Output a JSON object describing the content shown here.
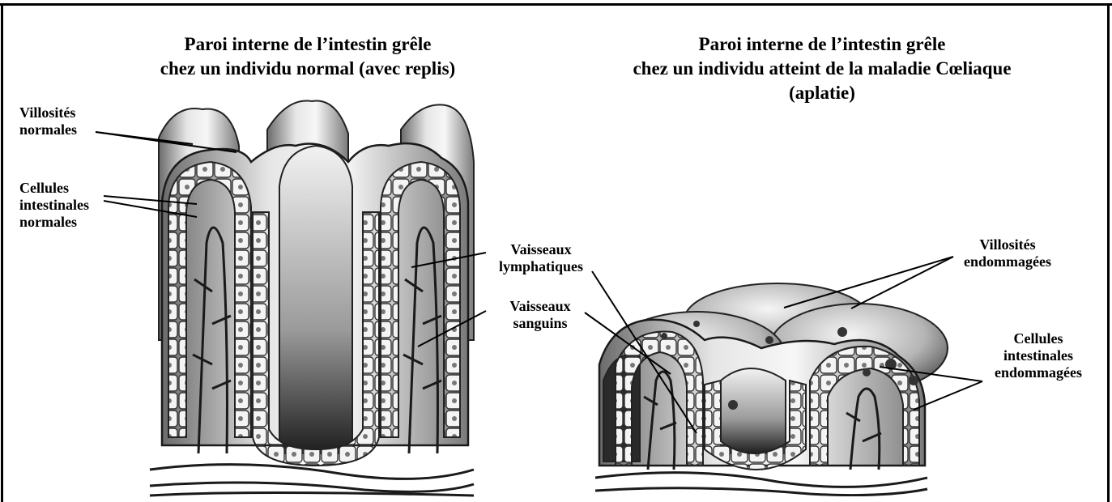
{
  "left_panel": {
    "title_line1": "Paroi interne de l’intestin grêle",
    "title_line2": "chez un individu normal (avec replis)"
  },
  "right_panel": {
    "title_line1": "Paroi interne de l’intestin grêle",
    "title_line2": "chez un individu atteint de la maladie Cœliaque",
    "title_line3": "(aplatie)"
  },
  "labels": {
    "villosites_normales": [
      "Villosités",
      "normales"
    ],
    "cellules_normales": [
      "Cellules",
      "intestinales",
      "normales"
    ],
    "vaisseaux_lymphatiques": [
      "Vaisseaux",
      "lymphatiques"
    ],
    "vaisseaux_sanguins": [
      "Vaisseaux",
      "sanguins"
    ],
    "villosites_endommagees": [
      "Villosités",
      "endommagées"
    ],
    "cellules_endommagees": [
      "Cellules",
      "intestinales",
      "endommagées"
    ]
  }
}
